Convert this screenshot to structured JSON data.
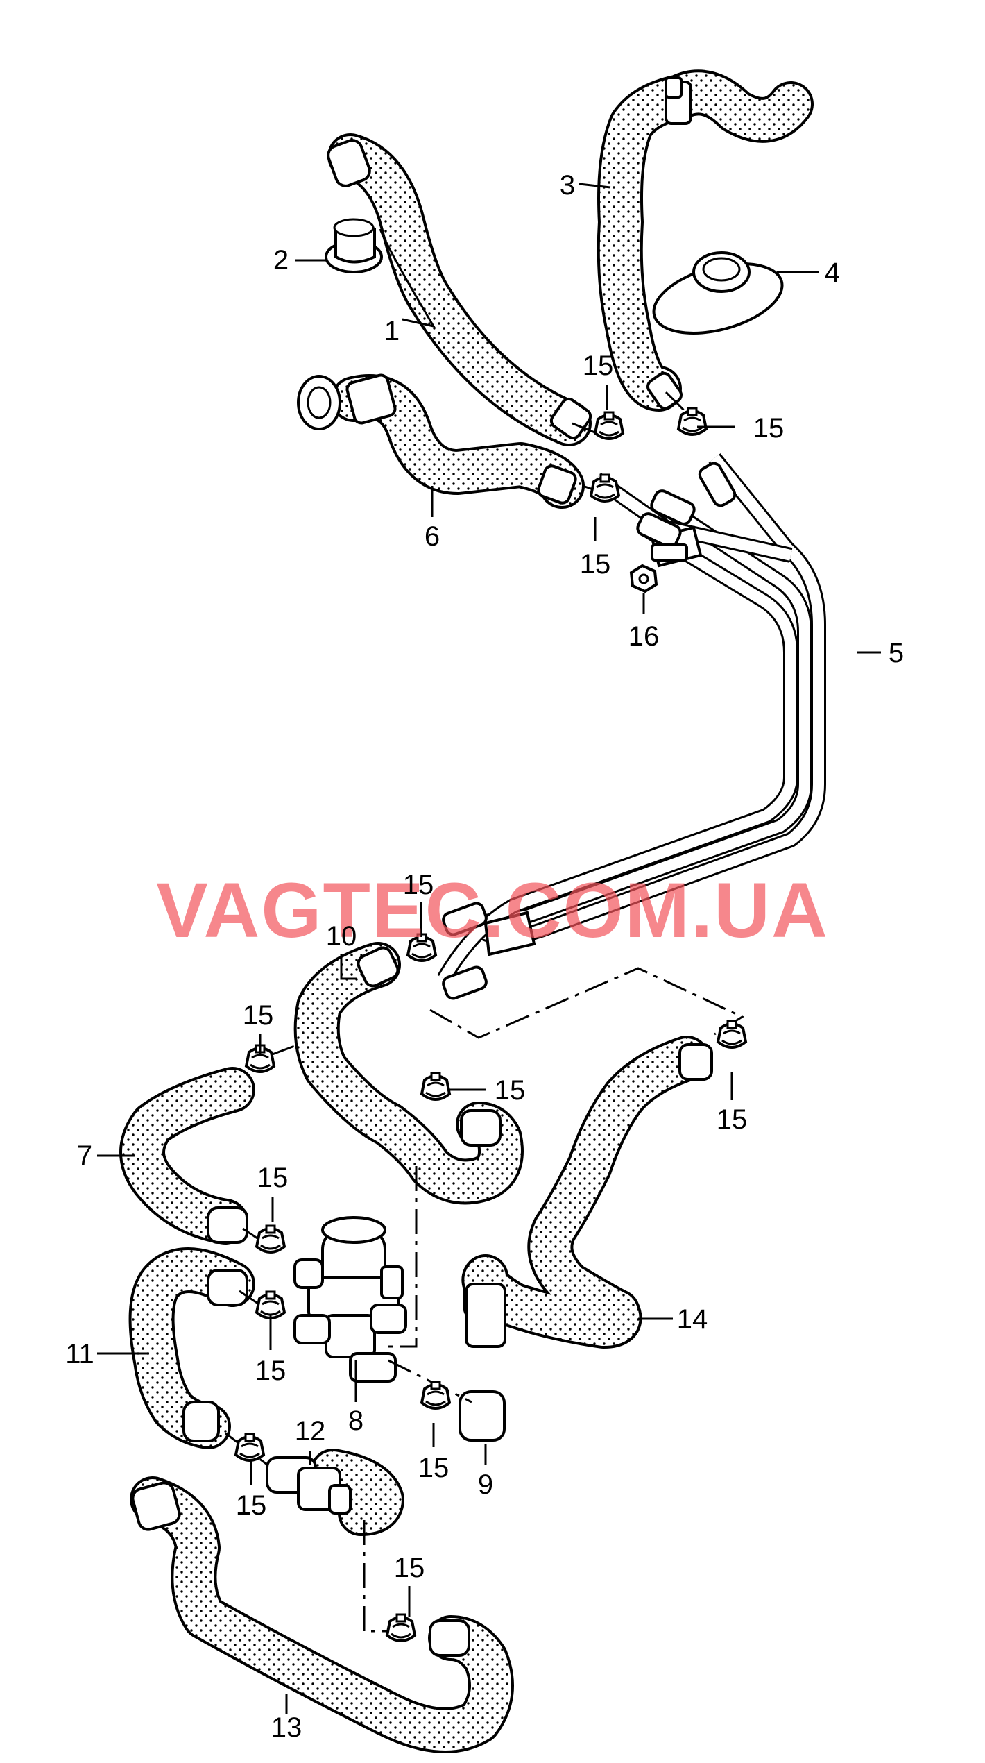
{
  "watermark": "VAGTEC.COM.UA",
  "callouts": {
    "c1": "1",
    "c2": "2",
    "c3": "3",
    "c4": "4",
    "c5": "5",
    "c6": "6",
    "c7": "7",
    "c8": "8",
    "c9": "9",
    "c10": "10",
    "c11": "11",
    "c12": "12",
    "c13": "13",
    "c14": "14",
    "c16": "16",
    "c15a": "15",
    "c15b": "15",
    "c15c": "15",
    "c15d": "15",
    "c15e": "15",
    "c15f": "15",
    "c15g": "15",
    "c15h": "15",
    "c15i": "15",
    "c15j": "15",
    "c15k": "15",
    "c15l": "15",
    "c15m": "15"
  },
  "colors": {
    "line": "#000000",
    "watermark": "#f2545b",
    "background": "#ffffff"
  }
}
